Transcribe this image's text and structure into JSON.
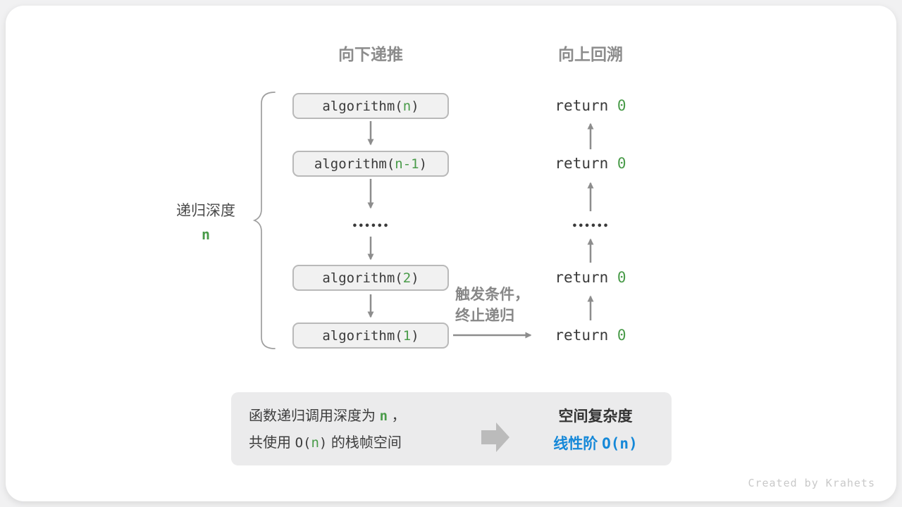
{
  "headers": {
    "down": "向下递推",
    "up": "向上回溯"
  },
  "depth": {
    "label": "递归深度",
    "value": "n"
  },
  "boxes": [
    {
      "pre": "algorithm(",
      "arg": "n",
      "post": ")"
    },
    {
      "pre": "algorithm(",
      "arg": "n-1",
      "post": ")"
    },
    {
      "pre": "algorithm(",
      "arg": "2",
      "post": ")"
    },
    {
      "pre": "algorithm(",
      "arg": "1",
      "post": ")"
    }
  ],
  "ellipsis": "••••••",
  "returns": [
    {
      "pre": "return ",
      "value": "0"
    },
    {
      "pre": "return ",
      "value": "0"
    },
    {
      "pre": "return ",
      "value": "0"
    },
    {
      "pre": "return ",
      "value": "0"
    }
  ],
  "trigger": {
    "line1": "触发条件，",
    "line2": "终止递归"
  },
  "panel": {
    "line1_pre": "函数递归调用深度为 ",
    "line1_n": "n",
    "line1_post": " ，",
    "line2_pre": "共使用 ",
    "line2_code_open": "O(",
    "line2_code_n": "n",
    "line2_code_close": ")",
    "line2_post": " 的栈帧空间",
    "result_title": "空间复杂度",
    "result_label": "线性阶 ",
    "result_code_open": "O(",
    "result_code_n": "n",
    "result_code_close": ")"
  },
  "credit": "Created by Krahets",
  "colors": {
    "green": "#499b49",
    "blue": "#1588d8",
    "arrow_gray": "#8d8d8d",
    "box_border": "#b9b9b9",
    "panel_bg": "#ebebec"
  }
}
